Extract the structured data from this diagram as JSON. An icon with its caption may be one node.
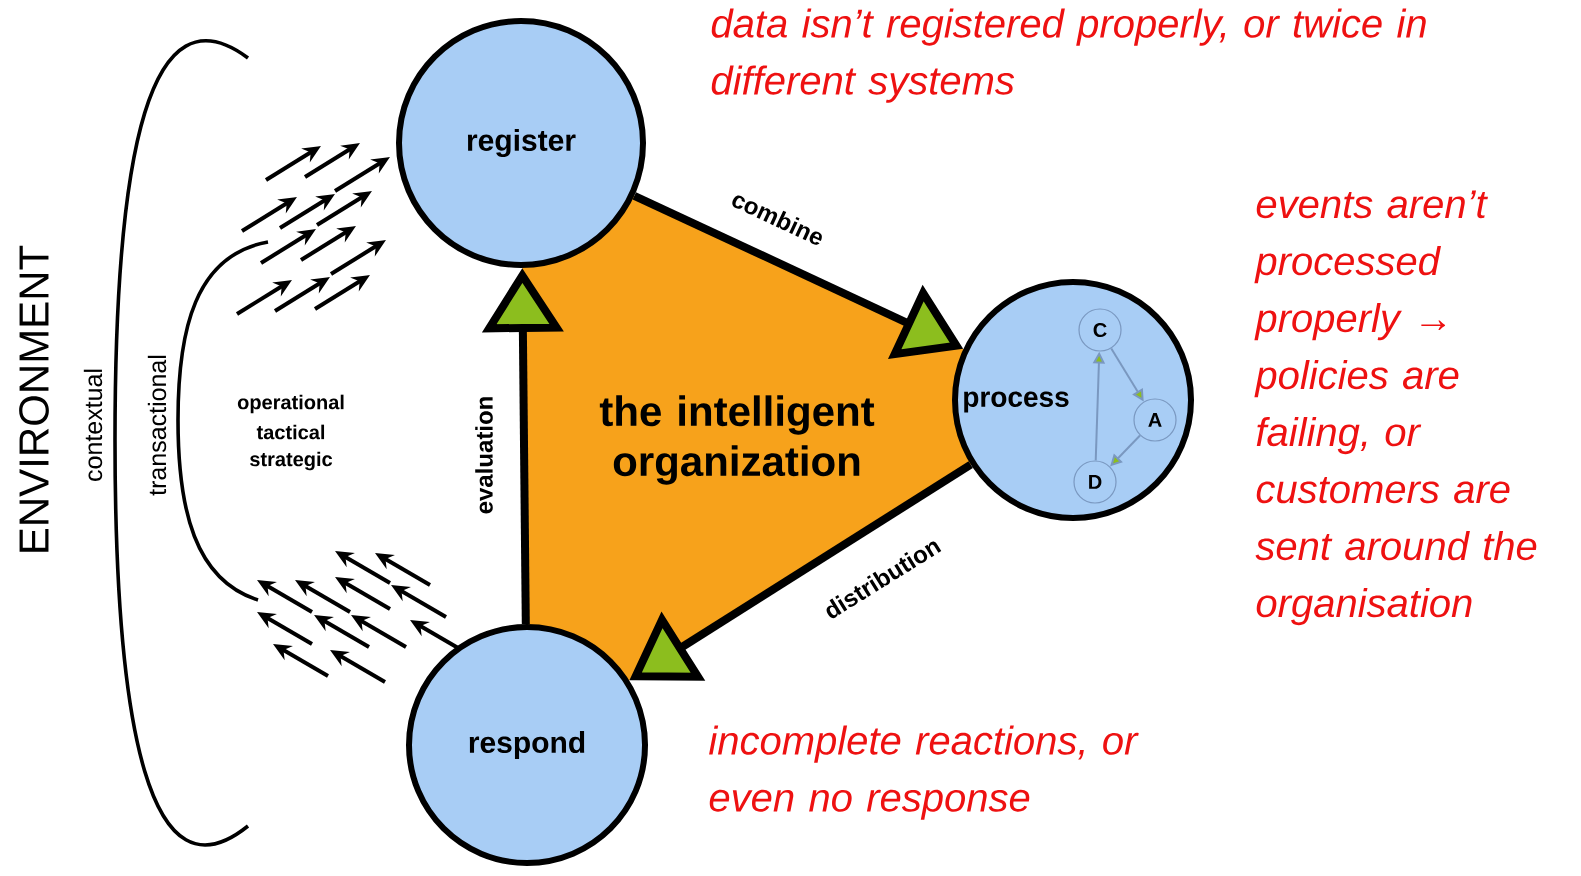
{
  "diagram": {
    "nodes": [
      {
        "text": [
          "register"
        ]
      },
      {
        "text": [
          "process"
        ]
      },
      {
        "text": [
          "C"
        ],
        "in": 1
      },
      {
        "text": [
          "A"
        ],
        "in": 1
      },
      {
        "text": [
          "D"
        ],
        "in": 1
      },
      {
        "text": [
          "respond"
        ]
      },
      {
        "text": [
          "the intelligent organization"
        ]
      }
    ],
    "edges": [
      {
        "from": 0,
        "to": 1,
        "arrow": "to",
        "label": "combine",
        "style": "thick"
      },
      {
        "from": 1,
        "to": 5,
        "arrow": "to",
        "label": "distribution",
        "style": "thick"
      },
      {
        "from": 5,
        "to": 0,
        "arrow": "to",
        "label": "evaluation",
        "style": "thick"
      },
      {
        "from": 2,
        "to": 3,
        "arrow": "to",
        "color": "#7a98c0"
      },
      {
        "from": 3,
        "to": 4,
        "arrow": "to",
        "color": "#7a98c0"
      },
      {
        "from": 4,
        "to": 2,
        "arrow": "to",
        "color": "#7a98c0"
      }
    ],
    "labels": [
      "data isn’t registered properly, or twice in different systems",
      "ENVIRONMENT",
      "contextual",
      "transactional",
      "operational",
      "tactical",
      "strategic",
      "events aren’t processed properly → policies are failing, or customers are sent around the organisation",
      "incomplete reactions, or even no response"
    ]
  }
}
